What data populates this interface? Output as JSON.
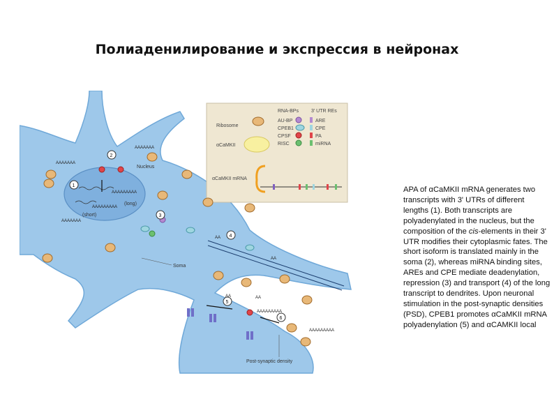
{
  "title": "Полиаденилирование и экспрессия в нейронах",
  "legend": {
    "header_rna_bps": "RNA-BPs",
    "header_utr_res": "3' UTR REs",
    "ribosome": "Ribosome",
    "camkii": "αCaMKII",
    "camkii_mrna": "αCaMKII mRNA",
    "rna_bps": [
      "AU-BP",
      "CPEB1",
      "CPSF",
      "RISC"
    ],
    "utr_res": [
      "ARE",
      "CPE",
      "PA",
      "miRNA"
    ]
  },
  "labels": {
    "nucleus": "Nucleus",
    "long": "(long)",
    "short": "(short)",
    "soma": "Soma",
    "psd": "Post-synaptic density",
    "polya_long": "AAAAAAAAA",
    "polya_short": "AAAAAAAAA",
    "polya_mid": "AAAAAAA",
    "polya_top": "AAAAAAA",
    "polya_left": "AAAAAAA",
    "polya_psd1": "AAAAAAAAA",
    "polya_psd2": "AAAAAAAAA",
    "aa1": "AA",
    "aa2": "AA",
    "aa3": "AA",
    "aa4": "AA"
  },
  "steps": [
    "1",
    "2",
    "3",
    "4",
    "5",
    "6"
  ],
  "caption": {
    "part1": "APA of αCaMKII mRNA generates two transcripts with 3' UTRs of different lengths (1). Both transcripts are polyadenylated in the nucleus, but the composition of the ",
    "italic": "cis",
    "part2": "-elements in their 3' UTR modifies their cytoplasmic fates. The short isoform is translated mainly in the soma (2), whereas miRNA binding sites, AREs and CPE mediate deadenylation, repression (3) and transport (4) of the long transcript to dendrites. Upon neuronal stimulation in the post-synaptic densities (PSD), CPEB1 promotes αCaMKII mRNA polyadenylation (5) and αCAMKII local"
  },
  "colors": {
    "cell": "#9ec8ea",
    "cell_edge": "#6fa8d8",
    "nucleus": "#7fb0de",
    "legend_bg": "#efe7d2",
    "au_bp": "#b48ad0",
    "cpeb1": "#9fd6e0",
    "cpsf": "#e0454a",
    "risc": "#6cc070",
    "ribosome": "#e8b878",
    "camkii": "#f8f0a0"
  }
}
